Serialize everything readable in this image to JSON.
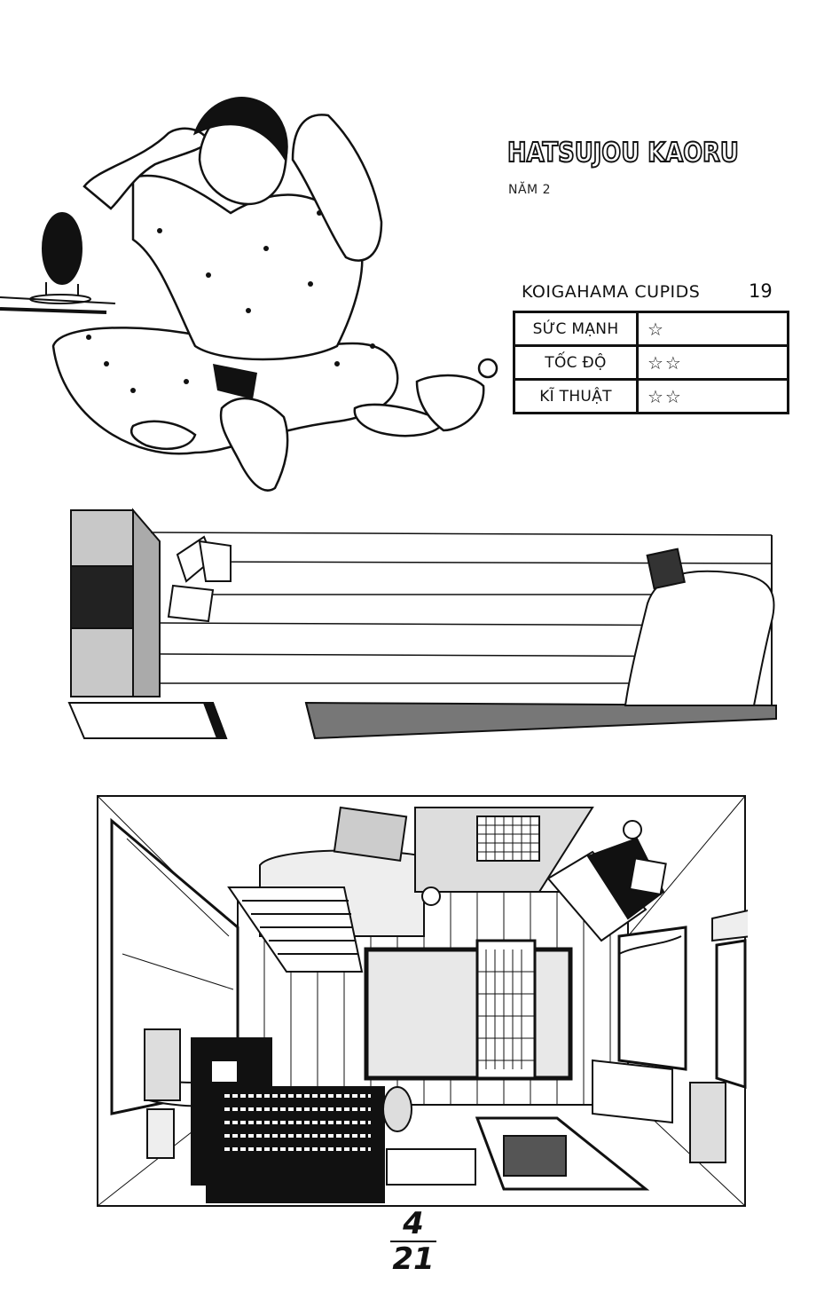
{
  "profile": {
    "name": "HATSUJOU KAORU",
    "year": "NĂM 2",
    "team": "KOIGAHAMA CUPIDS",
    "jersey_number": "19"
  },
  "stats": [
    {
      "label": "SỨC MẠNH",
      "stars": "☆",
      "rating": 1
    },
    {
      "label": "TỐC ĐỘ",
      "stars": "☆☆",
      "rating": 2
    },
    {
      "label": "KĨ THUẬT",
      "stars": "☆☆",
      "rating": 2
    }
  ],
  "page": {
    "numerator": "4",
    "denominator": "21"
  },
  "illustrations": {
    "character": "character-sitting-in-pajamas",
    "bed": "bed-side-view",
    "room": "bedroom-top-down-view"
  },
  "colors": {
    "ink": "#111111",
    "paper": "#ffffff",
    "screentone": "#bdbdbd"
  }
}
